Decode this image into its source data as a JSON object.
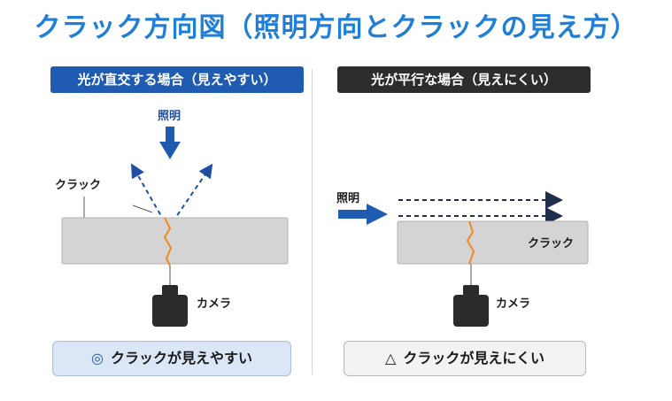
{
  "title": "クラック方向図（照明方向とクラックの見え方）",
  "left": {
    "header": "光が直交する場合（見えやすい）",
    "illumination_label": "照明",
    "crack_label": "クラック",
    "camera_label": "カメラ",
    "result_symbol": "◎",
    "result_text": "クラックが見えやすい"
  },
  "right": {
    "header": "光が平行な場合（見えにくい）",
    "illumination_label": "照明",
    "crack_label": "クラック",
    "camera_label": "カメラ",
    "result_symbol": "△",
    "result_text": "クラックが見えにくい"
  },
  "colors": {
    "title": "#1f7fd6",
    "left_header_bg": "#1f5bb0",
    "right_header_bg": "#2d2d2d",
    "crack": "#f08a1c",
    "light_arrow": "#1f5bb0",
    "plate": "#d4d4d4"
  }
}
